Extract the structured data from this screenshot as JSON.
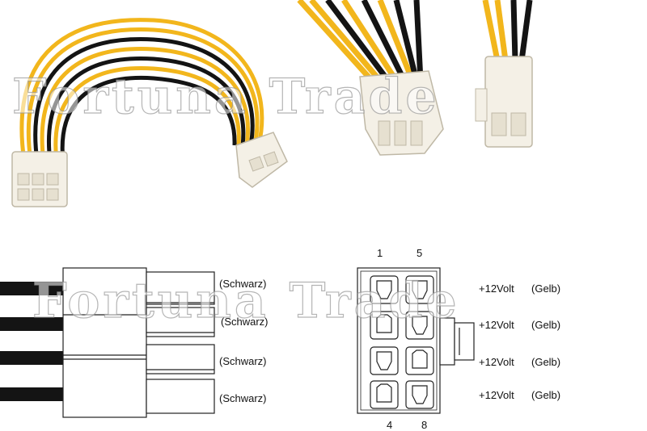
{
  "watermark": "Fortuna Trade",
  "colors": {
    "wire_yellow": "#f2b61c",
    "wire_black": "#141414",
    "connector": "#f4f0e6"
  },
  "left_diagram": {
    "wire_labels": [
      "(Schwarz)",
      "(Schwarz)",
      "(Schwarz)",
      "(Schwarz)"
    ]
  },
  "right_diagram": {
    "top_pins": [
      "1",
      "5"
    ],
    "bottom_pins": [
      "4",
      "8"
    ],
    "wire_labels": [
      {
        "voltage": "+12Volt",
        "color": "(Gelb)"
      },
      {
        "voltage": "+12Volt",
        "color": "(Gelb)"
      },
      {
        "voltage": "+12Volt",
        "color": "(Gelb)"
      },
      {
        "voltage": "+12Volt",
        "color": "(Gelb)"
      }
    ]
  }
}
